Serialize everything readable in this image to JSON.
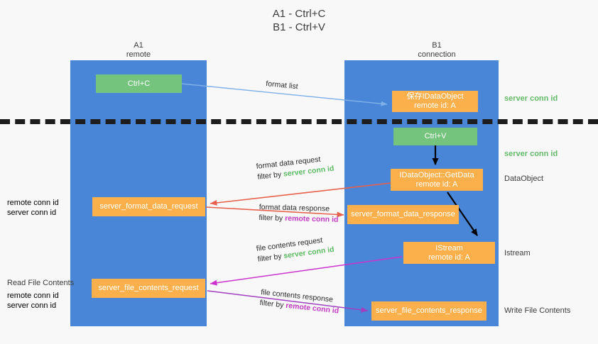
{
  "title": {
    "line1": "A1 - Ctrl+C",
    "line2": "B1 - Ctrl+V"
  },
  "columns": [
    {
      "name": "A1",
      "sub": "remote"
    },
    {
      "name": "B1",
      "sub": "connection"
    }
  ],
  "boxes": {
    "ctrl_c": "Ctrl+C",
    "ctrl_v": "Ctrl+V",
    "idataobject_top_line1": "保存IDataObject",
    "idataobject_top_line2": "remote id: A",
    "getdata_line1": "IDataObject::GetData",
    "getdata_line2": "remote id: A",
    "istream_line1": "IStream",
    "istream_line2": "remote id: A",
    "server_format_data_request": "server_format_data_request",
    "server_format_data_response": "server_format_data_response",
    "server_file_contents_request": "server_file_contents_request",
    "server_file_contents_response": "server_file_contents_response"
  },
  "right_annotations": {
    "server_conn_id_1": "server conn id",
    "server_conn_id_2": "server conn id",
    "dataobject": "DataObject",
    "istream": "Istream",
    "write_file_contents": "Write File Contents"
  },
  "left_annotations": {
    "remote_conn_id_1": "remote conn id",
    "server_conn_id_1": "server conn id",
    "read_file_contents": "Read File Contents",
    "remote_conn_id_2": "remote conn id",
    "server_conn_id_2": "server conn id"
  },
  "edges": {
    "format_list": "format list",
    "format_data_request": "format data request",
    "format_data_request_filter_prefix": "filter by ",
    "format_data_request_filter_value": "server conn id",
    "format_data_response": "format data response",
    "format_data_response_filter_prefix": "filter by ",
    "format_data_response_filter_value": "remote conn id",
    "file_contents_request": "file contents request",
    "file_contents_request_filter_prefix": "filter by ",
    "file_contents_request_filter_value": "server conn id",
    "file_contents_response": "file contents response",
    "file_contents_response_filter_prefix": "filter by ",
    "file_contents_response_filter_value": "remote conn id"
  },
  "colors": {
    "lane": "#4a86d8",
    "green_box": "#74c47e",
    "orange_box": "#fbb04c",
    "arrow_blue": "#7fb0e8",
    "arrow_red": "#e8604c",
    "arrow_magenta": "#cc33cc",
    "arrow_purple": "#a040c0",
    "arrow_black": "#000000",
    "green_text": "#66bb6a",
    "purple_text": "#c13ac1",
    "background": "#f8f8f8"
  }
}
